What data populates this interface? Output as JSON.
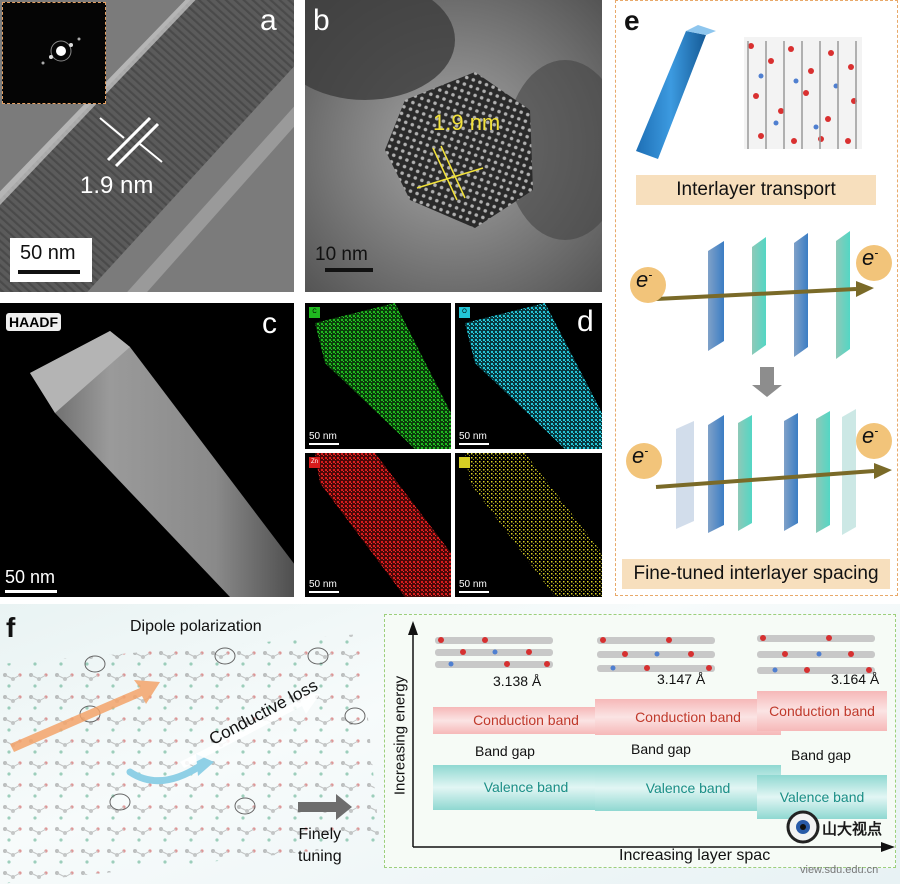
{
  "panel_labels": {
    "a": "a",
    "b": "b",
    "c": "c",
    "d": "d",
    "e": "e",
    "f": "f"
  },
  "panel_a": {
    "measurement": "1.9 nm",
    "scale_bar": "50 nm"
  },
  "panel_b": {
    "measurement": "1.9 nm",
    "scale_bar": "10 nm"
  },
  "panel_c": {
    "mode_label": "HAADF",
    "scale_bar": "50 nm"
  },
  "panel_d": {
    "maps": [
      {
        "element": "C",
        "color": "#1fb81f",
        "scale_bar": "50 nm"
      },
      {
        "element": "O",
        "color": "#22c4d6",
        "scale_bar": "50 nm"
      },
      {
        "element": "Zn",
        "color": "#d81c1c",
        "scale_bar": "50 nm"
      },
      {
        "element": "",
        "color": "#d8d024",
        "scale_bar": "50 nm"
      }
    ]
  },
  "panel_e": {
    "title1": "Interlayer transport",
    "title2": "Fine-tuned interlayer spacing",
    "electron": "e",
    "electron_sup": "-"
  },
  "panel_f": {
    "dipole": "Dipole polarization",
    "conductive": "Conductive loss",
    "tuning": [
      "Finely",
      "tuning"
    ],
    "y_axis": "Increasing energy",
    "x_axis": "Increasing layer spac",
    "columns": [
      {
        "spacing": "3.138 Å",
        "conduction": "Conduction band",
        "gap": "Band gap",
        "valence": "Valence band"
      },
      {
        "spacing": "3.147 Å",
        "conduction": "Conduction band",
        "gap": "Band gap",
        "valence": "Valence band"
      },
      {
        "spacing": "3.164 Å",
        "conduction": "Conduction band",
        "gap": "Band gap",
        "valence": "Valence band"
      }
    ]
  },
  "watermark": {
    "cn": "山大视点",
    "url": "view.sdu.edu.cn"
  }
}
